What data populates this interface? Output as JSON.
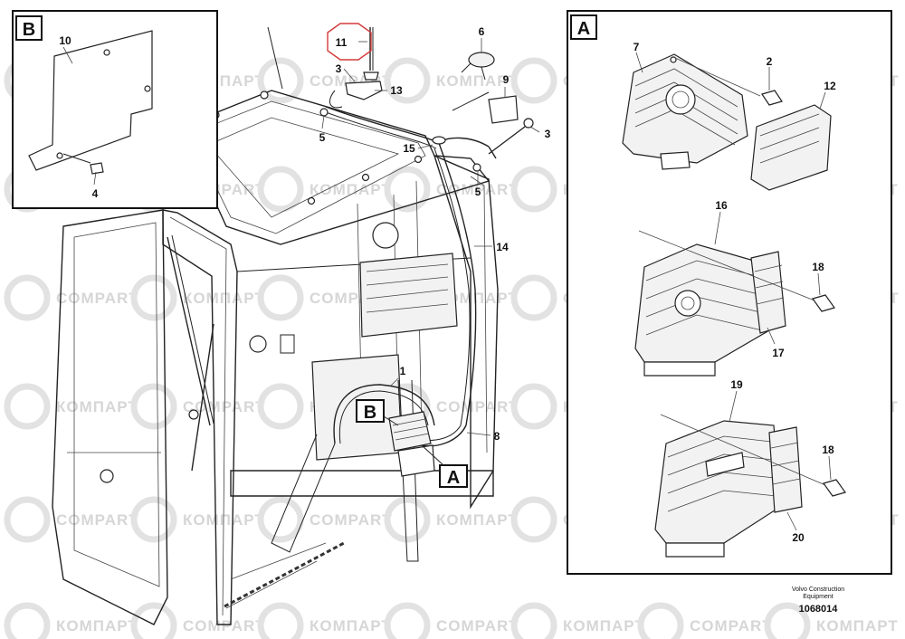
{
  "watermark": {
    "latin": "COMPART",
    "cyrillic": "КОМПАРТ"
  },
  "panels": {
    "b": {
      "letter": "B"
    },
    "a": {
      "letter": "A"
    }
  },
  "callouts": {
    "c10": "10",
    "c4": "4",
    "c11": "11",
    "c3a": "3",
    "c13": "13",
    "c5a": "5",
    "c6": "6",
    "c9": "9",
    "c3b": "3",
    "c15": "15",
    "c5b": "5",
    "c14": "14",
    "c1": "1",
    "c8": "8",
    "c7": "7",
    "c2": "2",
    "c12": "12",
    "c16": "16",
    "c18a": "18",
    "c17": "17",
    "c19": "19",
    "c18b": "18",
    "c20": "20"
  },
  "view_markers": {
    "b": "B",
    "a": "A"
  },
  "footer": {
    "brand_line1": "Volvo Construction",
    "brand_line2": "Equipment",
    "drawing_number": "1068014"
  }
}
